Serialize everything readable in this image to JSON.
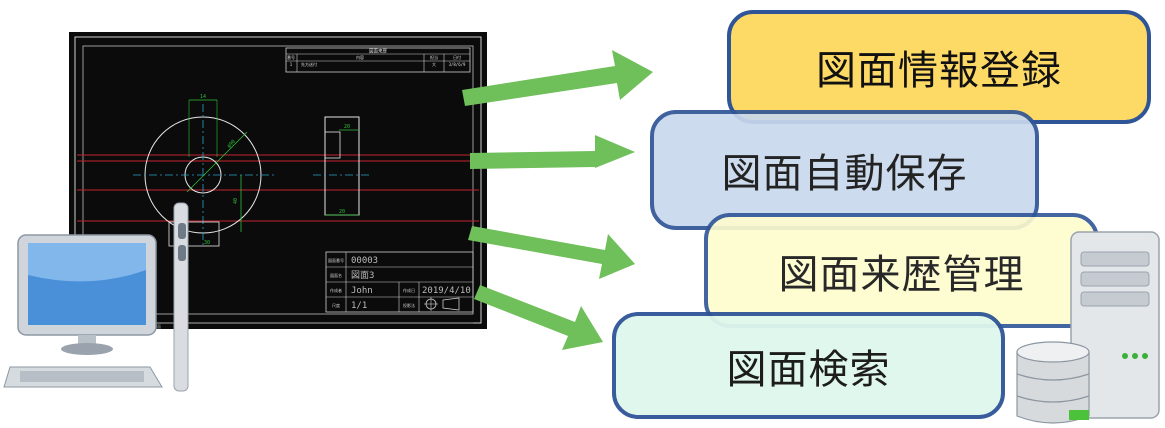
{
  "boxes": {
    "register": "図面情報登録",
    "autosave": "図面自動保存",
    "history": "図面来歴管理",
    "search": "図面検索"
  },
  "drawing": {
    "titleblock_header": "図面来歴",
    "col_no": "番号",
    "col_content": "内容",
    "col_person": "担当",
    "col_date": "日付",
    "row1_no": "1",
    "row1_content": "先方送付",
    "row1_person": "大",
    "row1_date": "3/8/6/9",
    "label_drawing_no": "図面番号",
    "drawing_no": "00003",
    "label_drawing_name": "図面名",
    "drawing_name": "図面3",
    "label_author": "作成者",
    "author": "John",
    "label_created": "作成日",
    "created": "2019/4/10",
    "label_scale": "尺度",
    "scale": "1/1",
    "label_projection": "投影法",
    "dim_14": "14",
    "dim_diameter": "φ90",
    "dim_40": "40",
    "dim_30": "30",
    "dim_20a": "20",
    "dim_20b": "20",
    "footer_label": "図面"
  },
  "colors": {
    "arrow": "#6fbf5a",
    "box_border": "#2f5597",
    "box_register": "#fdd966",
    "box_autosave": "#c8d8ec",
    "box_history": "#fefccd",
    "box_search": "#dff7ed"
  },
  "icons": [
    "desktop-computer-icon",
    "server-icon",
    "database-icon"
  ]
}
